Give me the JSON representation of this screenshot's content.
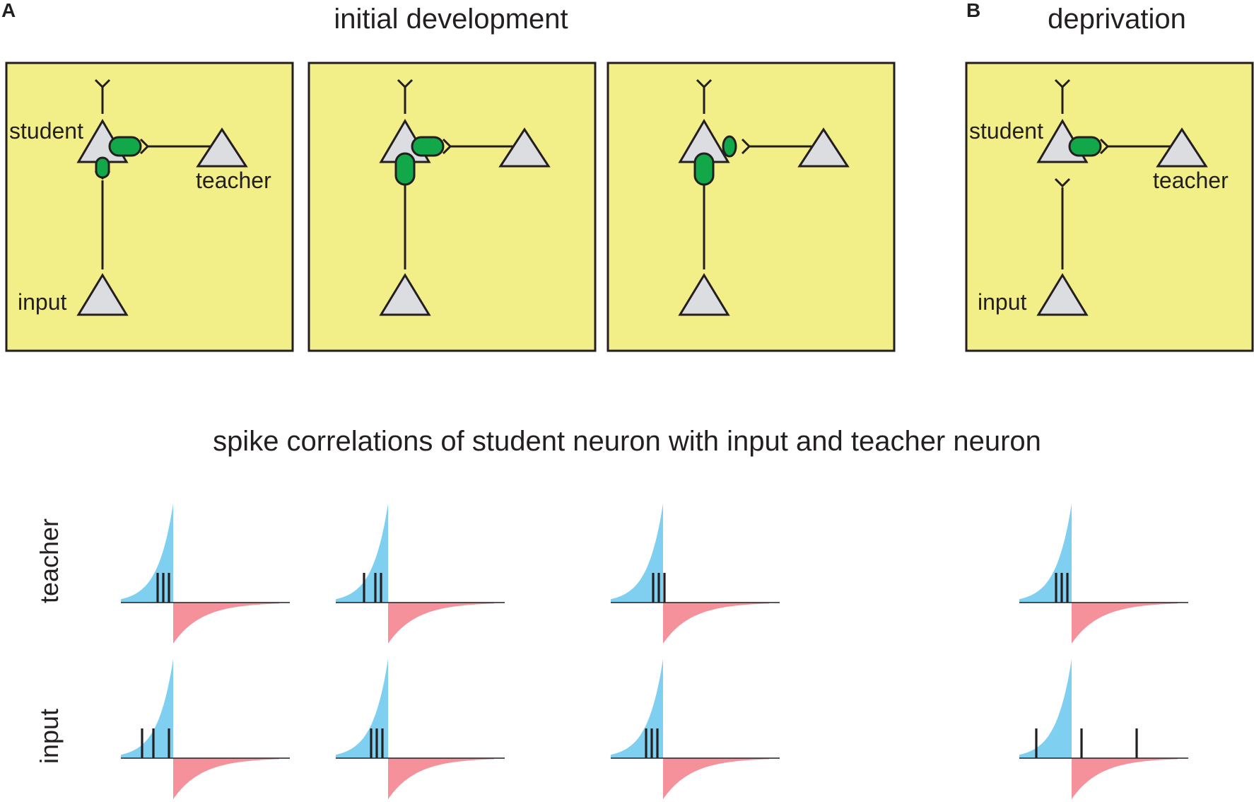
{
  "labels": {
    "panel_a": "A",
    "panel_b": "B",
    "title_a": "initial development",
    "title_b": "deprivation",
    "correlations_title": "spike correlations of student neuron with input and teacher neuron",
    "row_teacher": "teacher",
    "row_input": "input",
    "student": "student",
    "teacher": "teacher",
    "input": "input"
  },
  "circuits": [
    {
      "id": "a1",
      "show_labels": true,
      "input_connected": true,
      "teacher_synapse": "medium",
      "input_synapse": "small"
    },
    {
      "id": "a2",
      "show_labels": false,
      "input_connected": true,
      "teacher_synapse": "medium",
      "input_synapse": "large"
    },
    {
      "id": "a3",
      "show_labels": false,
      "input_connected": true,
      "teacher_synapse": "small",
      "input_synapse": "large"
    },
    {
      "id": "b1",
      "show_labels": true,
      "input_connected": false,
      "teacher_synapse": "medium",
      "input_synapse": "none"
    }
  ],
  "correlations": {
    "teacher_row_spike_offsets": [
      [
        -22,
        -14,
        -6
      ],
      [
        -34,
        -18,
        -10
      ],
      [
        -14,
        -6,
        2
      ],
      [
        -22,
        -14,
        -6
      ]
    ],
    "input_row_spike_offsets": [
      [
        -44,
        -28,
        -6
      ],
      [
        -24,
        -16,
        -8
      ],
      [
        -24,
        -16,
        -8
      ],
      [
        -50,
        14,
        92
      ]
    ]
  },
  "colors": {
    "panel_fill": "#f2ef88",
    "soma_fill": "#dcdde0",
    "synapse_green": "#12a84a",
    "potentiation_blue": "#7fd0f0",
    "depression_red": "#f4919a",
    "line": "#231f20"
  }
}
